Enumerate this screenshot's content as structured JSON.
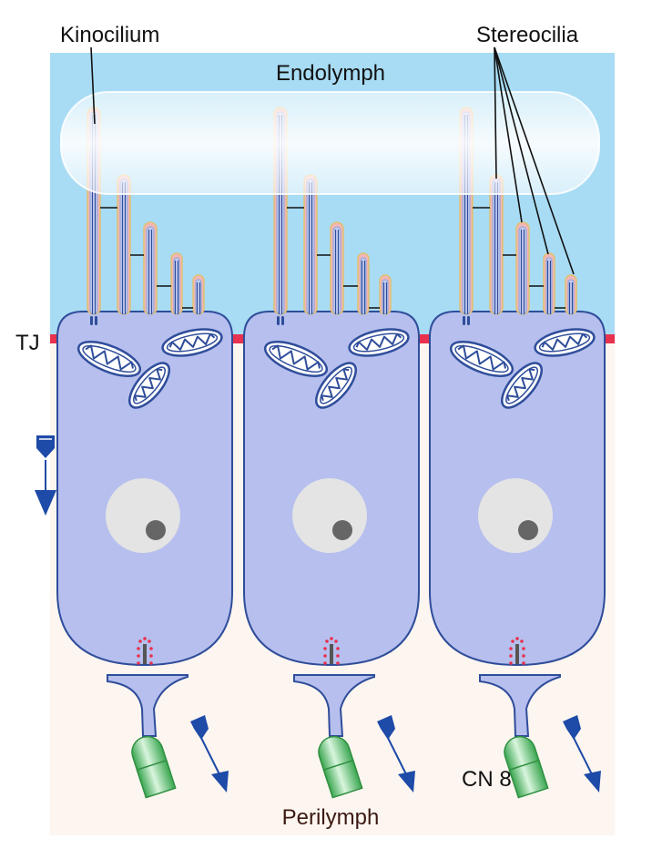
{
  "labels": {
    "kinocilium": "Kinocilium",
    "stereocilia": "Stereocilia",
    "endolymph": "Endolymph",
    "tight_junction": "TJ",
    "cranial_nerve": "CN 8",
    "perilymph": "Perilymph"
  },
  "colors": {
    "endolymph": "#a8dcf4",
    "perilymph": "#fdf6f0",
    "cell_fill": "#b6bfee",
    "cell_stroke": "#2f4d9a",
    "tight_junction": "#e8314e",
    "nucleus": "#e4e4e4",
    "nucleolus": "#666666",
    "arrow": "#1e4aa8",
    "nerve_ending": "#46b45c",
    "membrane": "#f3f4fa"
  },
  "hair_cells": [
    {
      "id": "left"
    },
    {
      "id": "middle"
    },
    {
      "id": "right"
    }
  ]
}
